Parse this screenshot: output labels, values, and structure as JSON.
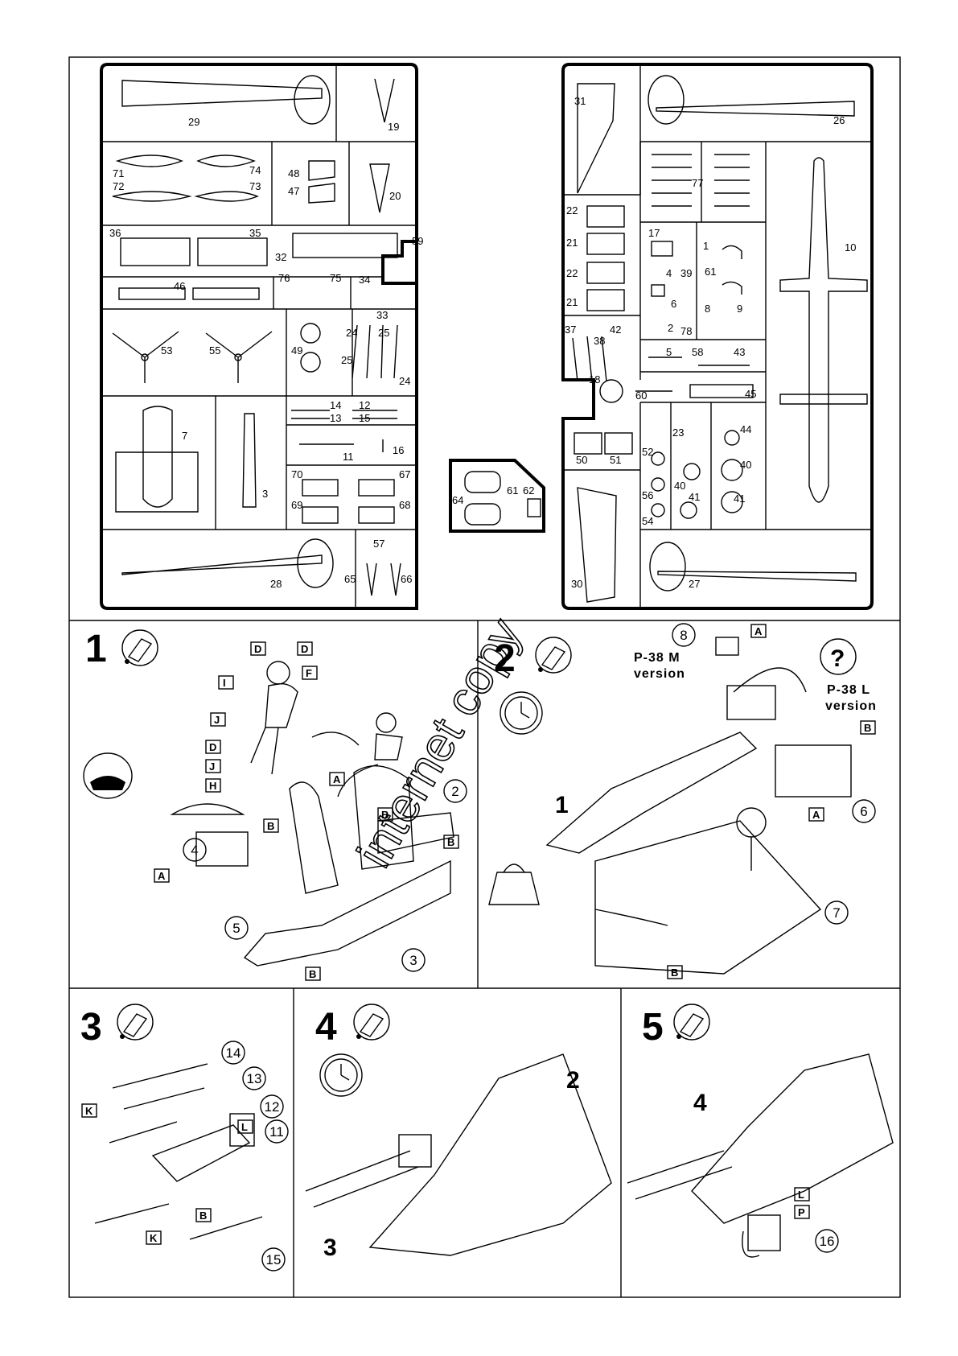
{
  "sprue_parts": [
    "29",
    "19",
    "71",
    "74",
    "72",
    "73",
    "48",
    "47",
    "20",
    "36",
    "35",
    "32",
    "59",
    "46",
    "76",
    "75",
    "34",
    "33",
    "53",
    "55",
    "49",
    "24",
    "25",
    "25",
    "24",
    "7",
    "3",
    "14",
    "12",
    "13",
    "15",
    "11",
    "16",
    "70",
    "67",
    "69",
    "68",
    "28",
    "57",
    "65",
    "66",
    "31",
    "26",
    "22",
    "21",
    "22",
    "21",
    "77",
    "17",
    "1",
    "39",
    "4",
    "61",
    "10",
    "6",
    "8",
    "9",
    "2",
    "78",
    "37",
    "38",
    "42",
    "5",
    "58",
    "43",
    "18",
    "60",
    "45",
    "64",
    "61",
    "62",
    "50",
    "51",
    "52",
    "23",
    "44",
    "40",
    "56",
    "40",
    "54",
    "41",
    "41",
    "30",
    "27"
  ],
  "steps": [
    {
      "number": "1",
      "callouts": [
        "4",
        "5",
        "2",
        "3"
      ],
      "flags": [
        "D",
        "D",
        "F",
        "I",
        "J",
        "D",
        "J",
        "H",
        "A",
        "A",
        "B",
        "B",
        "B",
        "B"
      ]
    },
    {
      "number": "2",
      "callouts": [
        "8",
        "6",
        "7"
      ],
      "leaders": [
        "1"
      ],
      "labels": [
        "P-38 M",
        "version",
        "P-38 L",
        "version"
      ],
      "flags": [
        "A",
        "B",
        "A",
        "B"
      ],
      "question_mark": "?"
    },
    {
      "number": "3",
      "callouts": [
        "14",
        "13",
        "12",
        "11",
        "15"
      ],
      "flags": [
        "K",
        "L",
        "B",
        "K"
      ]
    },
    {
      "number": "4",
      "leaders": [
        "2",
        "3"
      ]
    },
    {
      "number": "5",
      "leaders": [
        "4"
      ],
      "callouts": [
        "16"
      ],
      "flags": [
        "L",
        "P"
      ]
    }
  ],
  "watermark": "internet copy",
  "icons": [
    "glue-tube-icon",
    "clock-icon",
    "weight-icon",
    "hand-drill-icon",
    "paint-cup-icon"
  ]
}
